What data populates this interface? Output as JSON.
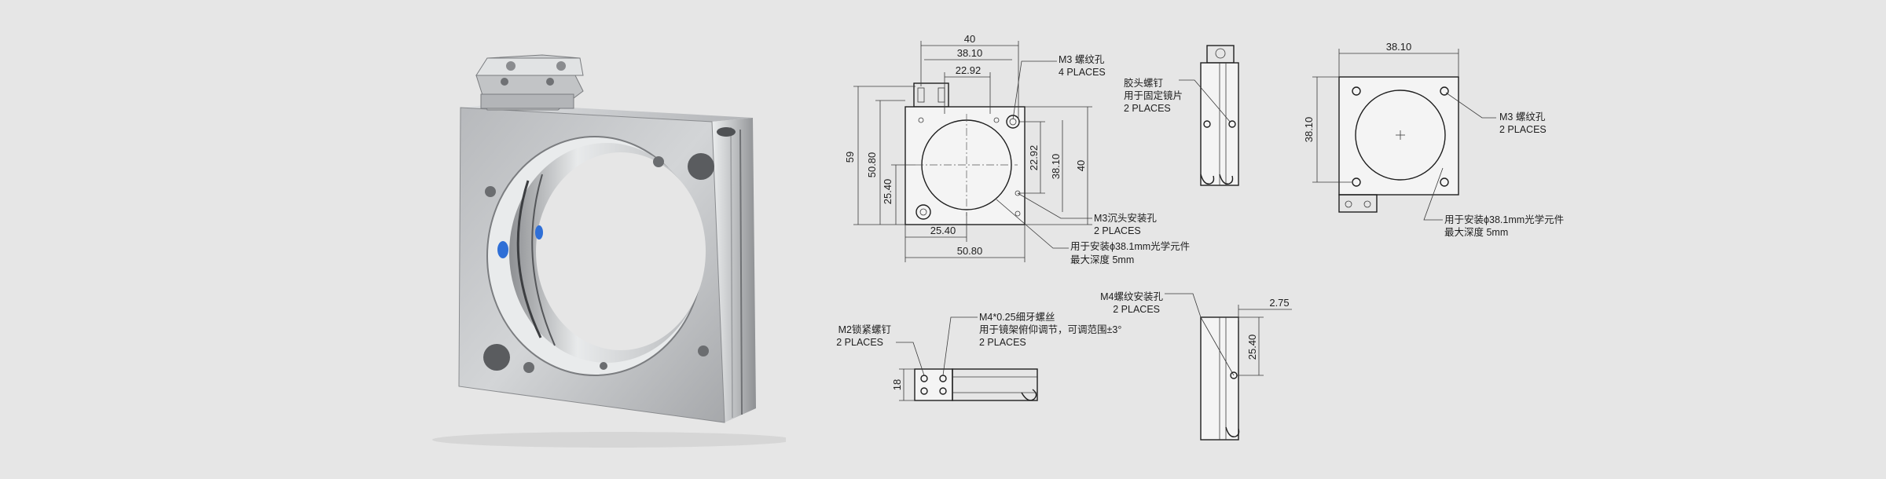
{
  "dims": {
    "top_40": "40",
    "top_38_10": "38.10",
    "top_22_92": "22.92",
    "left_59": "59",
    "left_50_80": "50.80",
    "left_25_40": "25.40",
    "right_22_92": "22.92",
    "right_38_10": "38.10",
    "right_40": "40",
    "bottom_25_40": "25.40",
    "bottom_50_80": "50.80",
    "back_38_10_top": "38.10",
    "back_38_10_left": "38.10",
    "plate_18": "18",
    "side_2_75": "2.75",
    "side_25_40": "25.40"
  },
  "notes": {
    "m3_thread_title": "M3 螺纹孔",
    "m3_thread_places": "4 PLACES",
    "m3_countersink_title": "M3沉头安装孔",
    "m3_countersink_places": "2 PLACES",
    "optic_front_line1": "用于安装ϕ38.1mm光学元件",
    "optic_front_line2": "最大深度 5mm",
    "glue_screw_title": "胶头螺钉",
    "glue_screw_line2": "用于固定镜片",
    "glue_screw_places": "2 PLACES",
    "back_m3_title": "M3 螺纹孔",
    "back_m3_places": "2 PLACES",
    "optic_back_line1": "用于安装ϕ38.1mm光学元件",
    "optic_back_line2": "最大深度 5mm",
    "m2_title": "M2锁紧螺钉",
    "m2_places": "2 PLACES",
    "m4_fine_title": "M4*0.25细牙螺丝",
    "m4_fine_line2": "用于镜架俯仰调节，可调范围±3°",
    "m4_fine_places": "2 PLACES",
    "m4_mount_title": "M4螺纹安装孔",
    "m4_mount_places": "2 PLACES"
  },
  "colors": {
    "background": "#e6e6e6",
    "aluminum": "#c4c6c8",
    "line": "#2a2a2a",
    "set_screw_blue": "#2f6fd6"
  }
}
